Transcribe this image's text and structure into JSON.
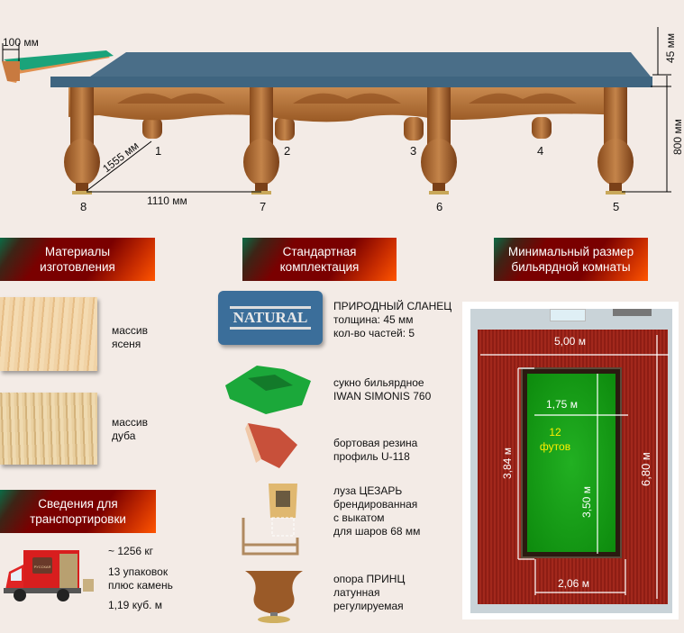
{
  "table_diagram": {
    "rail_width": "100 мм",
    "slate_thickness": "45 мм",
    "height": "800 мм",
    "diagonal": "1555 мм",
    "leg_spacing": "1110 мм",
    "legs": [
      "1",
      "2",
      "3",
      "4",
      "5",
      "6",
      "7",
      "8"
    ]
  },
  "sections": {
    "materials": "Материалы изготовления",
    "standard": "Стандартная комплектация",
    "room": "Минимальный размер бильярдной комнаты",
    "transport": "Сведения для транспортировки"
  },
  "materials": [
    {
      "lines": [
        "массив",
        "ясеня"
      ]
    },
    {
      "lines": [
        "массив",
        "дуба"
      ]
    }
  ],
  "transport": {
    "weight": "~ 1256 кг",
    "packages": [
      "13 упаковок",
      "плюс камень"
    ],
    "volume": "1,19 куб. м",
    "truck_logo": "РУССКАЯ"
  },
  "standard_items": [
    {
      "icon": "slate-icon",
      "logo": "NATURAL",
      "lines": [
        "ПРИРОДНЫЙ СЛАНЕЦ",
        "толщина: 45 мм",
        "кол-во частей: 5"
      ]
    },
    {
      "icon": "cloth-icon",
      "lines": [
        "сукно бильярдное",
        "IWAN SIMONIS 760"
      ]
    },
    {
      "icon": "rubber-icon",
      "lines": [
        "бортовая резина",
        "профиль U-118"
      ]
    },
    {
      "icon": "pocket-icon",
      "lines": [
        "луза ЦЕЗАРЬ",
        "брендированная",
        "с выкатом",
        "для шаров 68 мм"
      ]
    },
    {
      "icon": "leg-icon",
      "lines": [
        "опора ПРИНЦ",
        "латунная",
        "регулируемая"
      ]
    }
  ],
  "room": {
    "room_width": "5,00 м",
    "room_length": "6,80 м",
    "table_width": "1,75 м",
    "table_length": "3,50 м",
    "outer_width": "2,06 м",
    "outer_length": "3,84 м",
    "size_num": "12",
    "size_unit": "футов"
  },
  "colors": {
    "slate": "#3f6580",
    "wood": "#b8733a",
    "cloth": "#1aa31a",
    "carpet": "#8e1d14",
    "header_red": "#7a0000"
  }
}
